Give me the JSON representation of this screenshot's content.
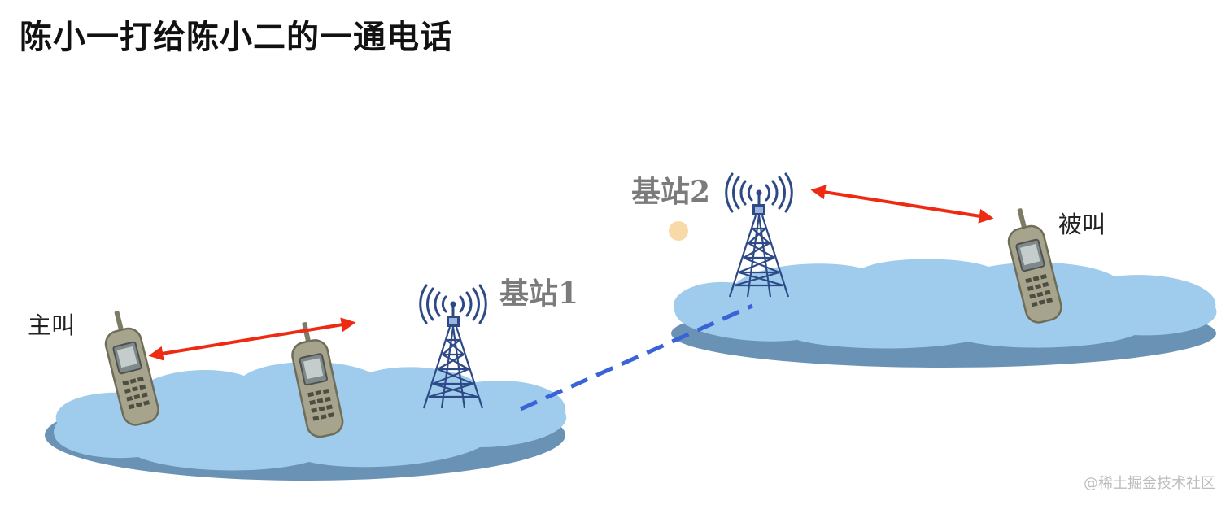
{
  "title": "陈小一打给陈小二的一通电话",
  "labels": {
    "base_station_1": "基站1",
    "base_station_2": "基站2",
    "caller": "主叫",
    "callee": "被叫"
  },
  "watermark": "@稀土掘金技术社区",
  "colors": {
    "cloud_fill": "#9fcbec",
    "arrow": "#ee2a12",
    "dashed_link": "#3a63d8",
    "tower": "#2e4a86",
    "phone_body": "#a6a48c"
  },
  "icons": [
    "mobile-phone-icon",
    "cell-tower-icon",
    "radio-waves-icon"
  ]
}
